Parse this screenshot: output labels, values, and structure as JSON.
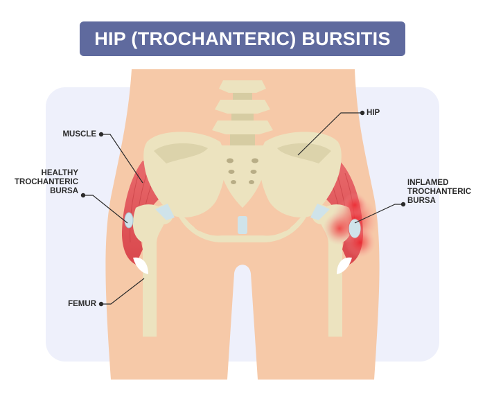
{
  "title": "HIP (TROCHANTERIC) BURSITIS",
  "labels": {
    "hip": "HIP",
    "muscle": "MUSCLE",
    "healthy": [
      "HEALTHY",
      "TROCHANTERIC",
      "BURSA"
    ],
    "inflamed": [
      "INFLAMED",
      "TROCHANTERIC",
      "BURSA"
    ],
    "femur": "FEMUR"
  },
  "colors": {
    "banner": "#5f6a9e",
    "background_panel": "#eef0fb",
    "skin": "#f6c9a8",
    "bone": "#ece3bf",
    "muscle": "#e05a5e",
    "bursa": "#cfe3ea",
    "inflammation": "#ee1c25"
  }
}
